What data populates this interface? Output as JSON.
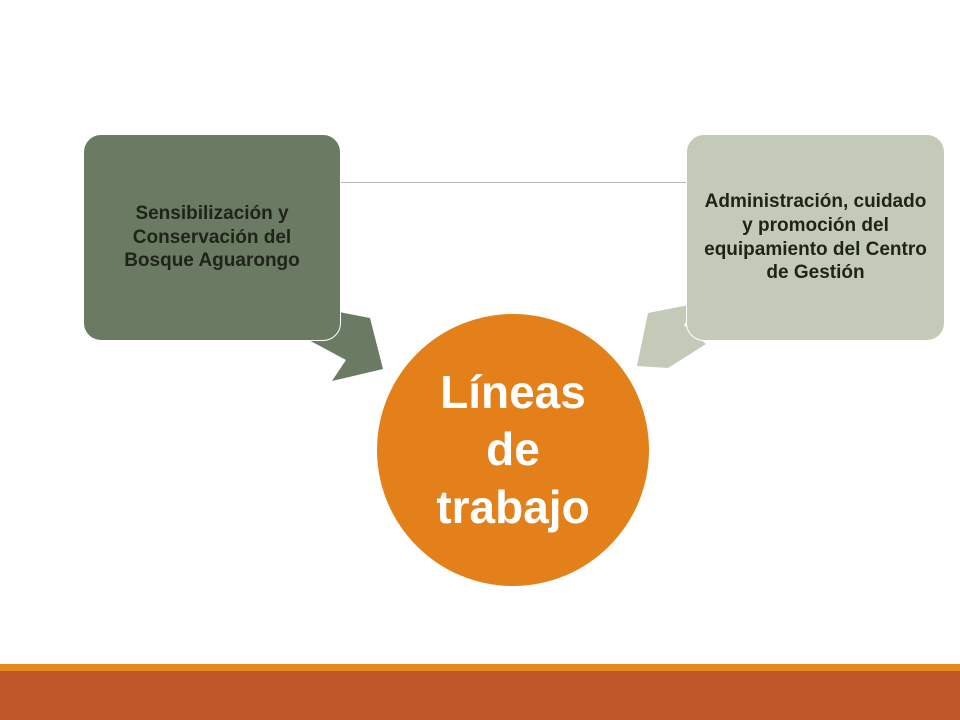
{
  "diagram": {
    "left_node": {
      "label": "Sensibilización y Conservación del Bosque Aguarongo"
    },
    "right_node": {
      "label": "Administración, cuidado y promoción del equipamiento del Centro de Gestión"
    },
    "center_node": {
      "label": "Líneas de trabajo"
    }
  },
  "colors": {
    "left_box": "#6b7a63",
    "right_box": "#c3cbb8",
    "center_circle": "#e3801a",
    "left_arrow": "#6b7a63",
    "right_arrow": "#c3cbb8",
    "footer_accent": "#e58a1f",
    "footer_bar": "#bf572b"
  }
}
